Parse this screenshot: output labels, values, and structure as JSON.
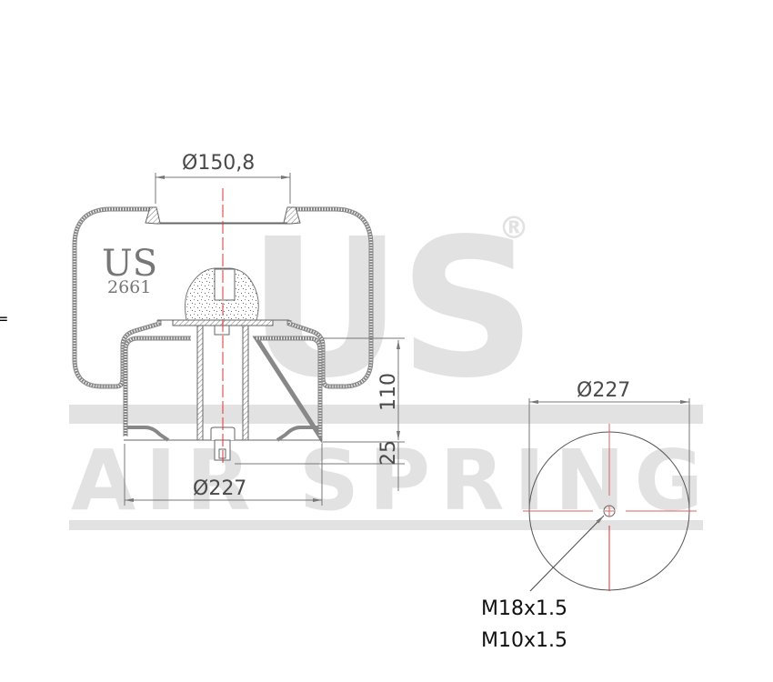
{
  "drawing": {
    "title": "Air spring technical drawing",
    "watermark": {
      "logo_text": "US",
      "registered_mark": "®",
      "band_text": "AIR SPRING",
      "color": "#e2e2e2"
    },
    "part_label": {
      "brand": "US",
      "part_number": "2661",
      "color": "#777777"
    },
    "side_view": {
      "dimensions": {
        "top_plate_diameter": "Ø150,8",
        "piston_diameter": "Ø227",
        "piston_height": "110",
        "stud_length": "25"
      }
    },
    "bottom_view": {
      "dimensions": {
        "diameter": "Ø227"
      },
      "callouts": {
        "thread_1": "M18x1.5",
        "thread_2": "M10x1.5"
      }
    },
    "edge_mark": "="
  },
  "colors": {
    "line": "#555555",
    "centerline": "#e03030",
    "dimension": "#4a4a4a",
    "watermark": "#e2e2e2"
  }
}
